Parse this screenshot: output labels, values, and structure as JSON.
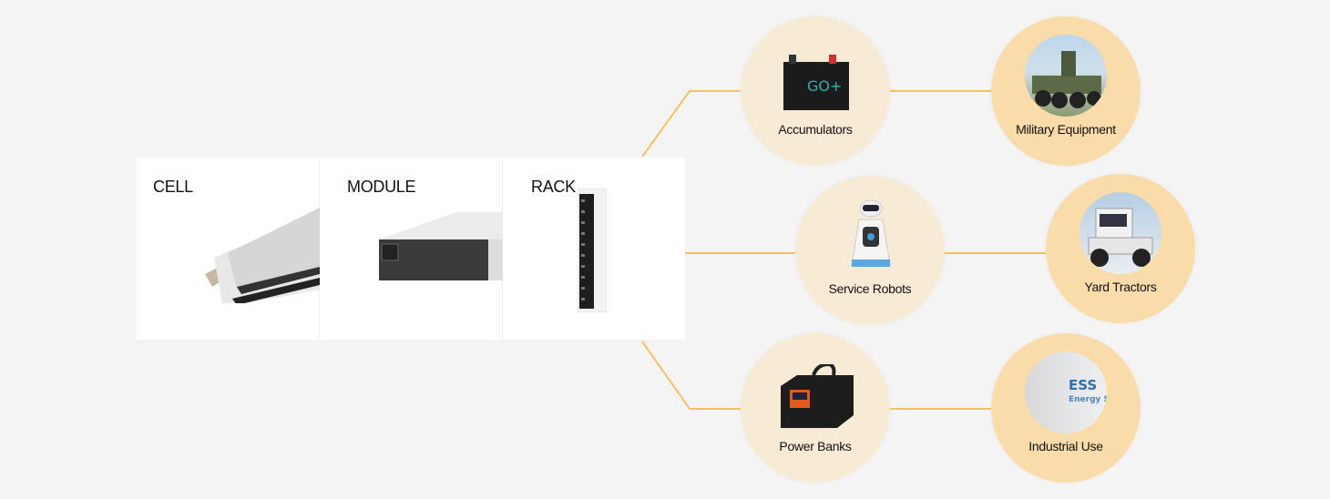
{
  "colors": {
    "background": "#f4f4f4",
    "connector": "#f7c060",
    "circle_light": "#f8ebd6",
    "circle_dark": "#f9dcaa"
  },
  "stages": [
    {
      "label": "CELL"
    },
    {
      "label": "MODULE"
    },
    {
      "label": "RACK"
    }
  ],
  "applications": [
    {
      "label": "Accumulators",
      "logo_text": "GO+"
    },
    {
      "label": "Military Equipment"
    },
    {
      "label": "Service Robots"
    },
    {
      "label": "Yard Tractors"
    },
    {
      "label": "Power Banks"
    },
    {
      "label": "Industrial Use",
      "logo_text": "ESS Energy St"
    }
  ]
}
